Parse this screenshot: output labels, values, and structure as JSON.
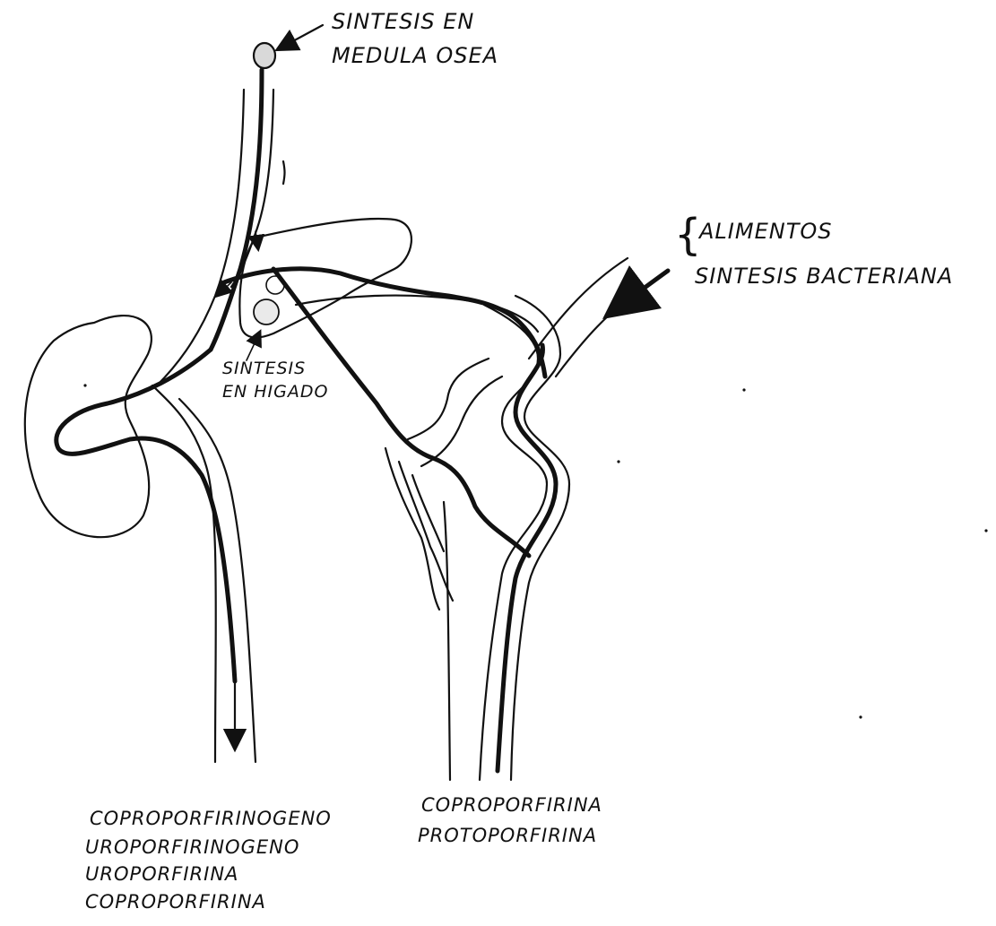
{
  "labels": {
    "bone_marrow": {
      "line1": "SINTESIS EN",
      "line2": "MEDULA OSEA"
    },
    "sources_brace": "{",
    "sources": {
      "line1": "ALIMENTOS",
      "line2": "SINTESIS BACTERIANA"
    },
    "liver": {
      "line1": "SINTESIS",
      "line2": "EN HIGADO"
    },
    "urine_products": [
      "COPROPORFIRINOGENO",
      "UROPORFIRINOGENO",
      "UROPORFIRINA",
      "COPROPORFIRINA"
    ],
    "feces_products": [
      "COPROPORFIRINA",
      "PROTOPORFIRINA"
    ]
  },
  "colors": {
    "ink": "#111111",
    "paper": "#ffffff"
  }
}
